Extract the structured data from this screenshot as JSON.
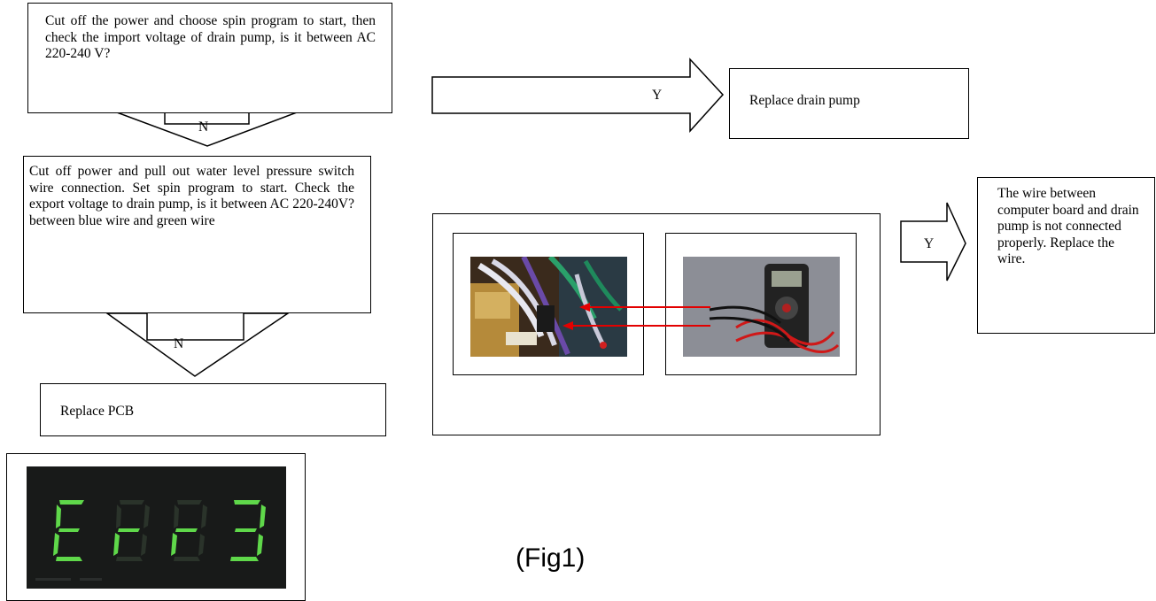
{
  "step1": {
    "question": "Cut off the power and choose spin program to start, then check the import voltage of drain pump, is it between AC 220-240 V?",
    "no_label": "N",
    "yes_label": "Y"
  },
  "action_replace_pump": "Replace drain pump",
  "step2": {
    "question": "Cut off power and pull out water level pressure switch wire connection. Set spin program to start. Check the export voltage to drain pump, is it between AC 220-240V?between blue wire and green wire",
    "no_label": "N",
    "yes_label": "Y"
  },
  "action_replace_pcb": "Replace PCB",
  "action_replace_wire": "The wire between computer board and drain pump is not connected properly. Replace the wire.",
  "error_display": {
    "code": "Err3",
    "segment_color": "#5fd84a"
  },
  "figure_caption": "(Fig1)",
  "arrow_color": "#e30000"
}
